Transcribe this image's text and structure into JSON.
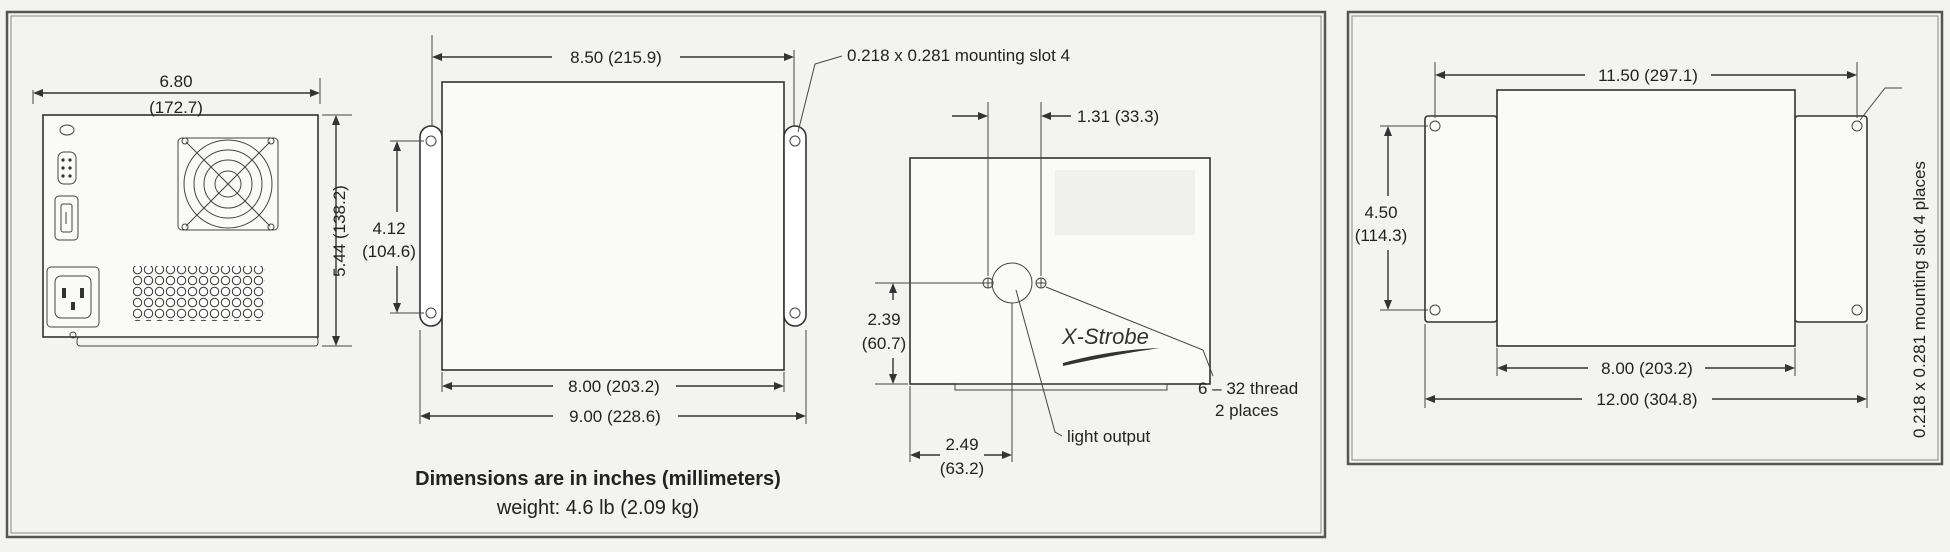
{
  "notes": {
    "units": "Dimensions are in inches (millimeters)",
    "weight": "weight:  4.6 lb (2.09 kg)"
  },
  "rear_view": {
    "width_in": "6.80",
    "width_mm": "(172.7)",
    "height": "5.44 (138.2)"
  },
  "front_view": {
    "overall_top": "8.50 (215.9)",
    "slot": "0.218 x 0.281 mounting slot 4",
    "hole_spacing_in": "4.12",
    "hole_spacing_mm": "(104.6)",
    "inner_width": "8.00 (203.2)",
    "outer_width": "9.00 (228.6)"
  },
  "side_view": {
    "hole_offset": "1.31 (33.3)",
    "height_in": "2.39",
    "height_mm": "(60.7)",
    "center_in": "2.49",
    "center_mm": "(63.2)",
    "brand": "X-Strobe",
    "thread_line1": "6 – 32 thread",
    "thread_line2": "2 places",
    "light_output": "light output"
  },
  "top_view": {
    "overall_top": "11.50 (297.1)",
    "hole_spacing_in": "4.50",
    "hole_spacing_mm": "(114.3)",
    "inner_width": "8.00 (203.2)",
    "outer_width": "12.00 (304.8)",
    "slot_vertical": "0.218 x 0.281 mounting slot 4 places"
  }
}
